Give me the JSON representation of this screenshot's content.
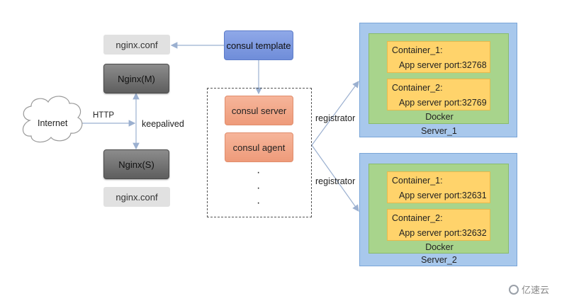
{
  "left": {
    "conf_top": "nginx.conf",
    "nginx_master": "Nginx(M)",
    "internet": "Internet",
    "http": "HTTP",
    "keepalived": "keepalived",
    "nginx_slave": "Nginx(S)",
    "conf_bottom": "nginx.conf"
  },
  "middle": {
    "template": "consul template",
    "server": "consul server",
    "agent": "consul agent",
    "dots": [
      "·",
      "·",
      "·"
    ]
  },
  "registrator": [
    "registrator",
    "registrator"
  ],
  "servers": [
    {
      "name": "Server_1",
      "docker": "Docker",
      "containers": [
        {
          "title": "Container_1:",
          "port": "App server port:32768"
        },
        {
          "title": "Container_2:",
          "port": "App server port:32769"
        }
      ]
    },
    {
      "name": "Server_2",
      "docker": "Docker",
      "containers": [
        {
          "title": "Container_1:",
          "port": "App server port:32631"
        },
        {
          "title": "Container_2:",
          "port": "App server port:32632"
        }
      ]
    }
  ],
  "watermark": "亿速云"
}
